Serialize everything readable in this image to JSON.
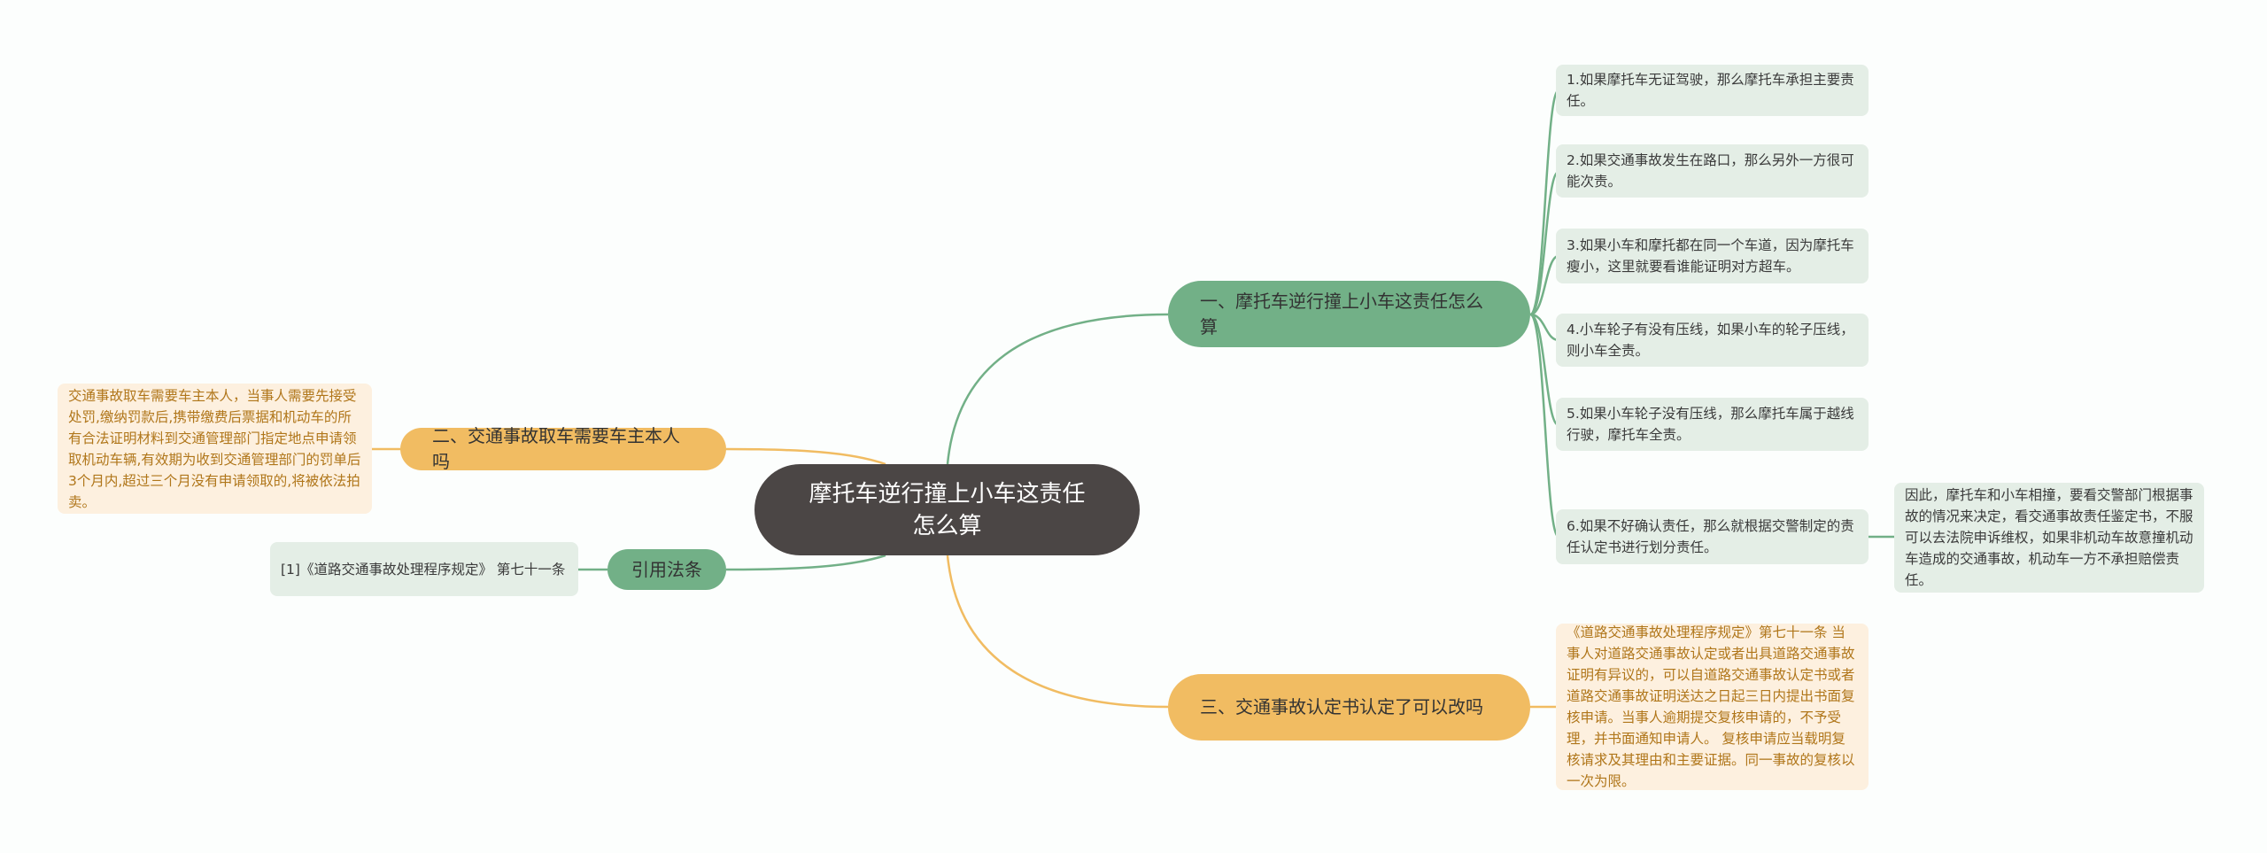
{
  "center": "摩托车逆行撞上小车这责任怎么算",
  "branches": {
    "b1": "一、摩托车逆行撞上小车这责任怎么算",
    "b2": "二、交通事故取车需要车主本人吗",
    "b3": "三、交通事故认定书认定了可以改吗",
    "cite": "引用法条"
  },
  "b1_leaves": [
    "1.如果摩托车无证驾驶，那么摩托车承担主要责任。",
    "2.如果交通事故发生在路口，那么另外一方很可能次责。",
    "3.如果小车和摩托都在同一个车道，因为摩托车瘦小，这里就要看谁能证明对方超车。",
    "4.小车轮子有没有压线，如果小车的轮子压线，则小车全责。",
    "5.如果小车轮子没有压线，那么摩托车属于越线行驶，摩托车全责。",
    "6.如果不好确认责任，那么就根据交警制定的责任认定书进行划分责任。"
  ],
  "b1_leaf6_child": "因此，摩托车和小车相撞，要看交警部门根据事故的情况来决定，看交通事故责任鉴定书，不服可以去法院申诉维权，如果非机动车故意撞机动车造成的交通事故，机动车一方不承担赔偿责任。",
  "b2_leaf": "交通事故取车需要车主本人，当事人需要先接受处罚,缴纳罚款后,携带缴费后票据和机动车的所有合法证明材料到交通管理部门指定地点申请领取机动车辆,有效期为收到交通管理部门的罚单后3个月内,超过三个月没有申请领取的,将被依法拍卖。",
  "b3_leaf": "《道路交通事故处理程序规定》第七十一条 当事人对道路交通事故认定或者出具道路交通事故证明有异议的，可以自道路交通事故认定书或者道路交通事故证明送达之日起三日内提出书面复核申请。当事人逾期提交复核申请的，不予受理，并书面通知申请人。 复核申请应当载明复核请求及其理由和主要证据。同一事故的复核以一次为限。",
  "cite_leaf": "[1]《道路交通事故处理程序规定》 第七十一条",
  "colors": {
    "green": "#72b087",
    "orange": "#f1bc62",
    "center": "#4b4645"
  }
}
